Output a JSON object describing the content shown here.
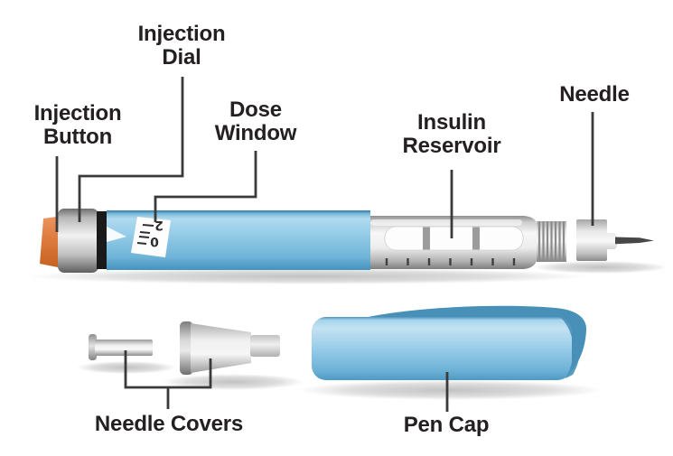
{
  "diagram": {
    "labels": {
      "injection_dial": {
        "line1": "Injection",
        "line2": "Dial"
      },
      "injection_button": {
        "line1": "Injection",
        "line2": "Button"
      },
      "dose_window": {
        "line1": "Dose",
        "line2": "Window"
      },
      "insulin_reservoir": {
        "line1": "Insulin",
        "line2": "Reservoir"
      },
      "needle": {
        "line1": "Needle"
      },
      "needle_covers": {
        "line1": "Needle Covers"
      },
      "pen_cap": {
        "line1": "Pen Cap"
      }
    },
    "dose_window_markings": {
      "digits": [
        "2",
        "0"
      ]
    },
    "colors": {
      "pen_body_blue": "#8FC9E6",
      "pen_cap_blue": "#9FD1EA",
      "cap_clip_blue": "#4890B8",
      "injection_button_orange": "#DD7A3E",
      "metal_silver": "#D9D9D9",
      "retaining_ring_black": "#1A1A1A",
      "label_text": "#242021",
      "leader_line": "#3A3A3A"
    }
  }
}
